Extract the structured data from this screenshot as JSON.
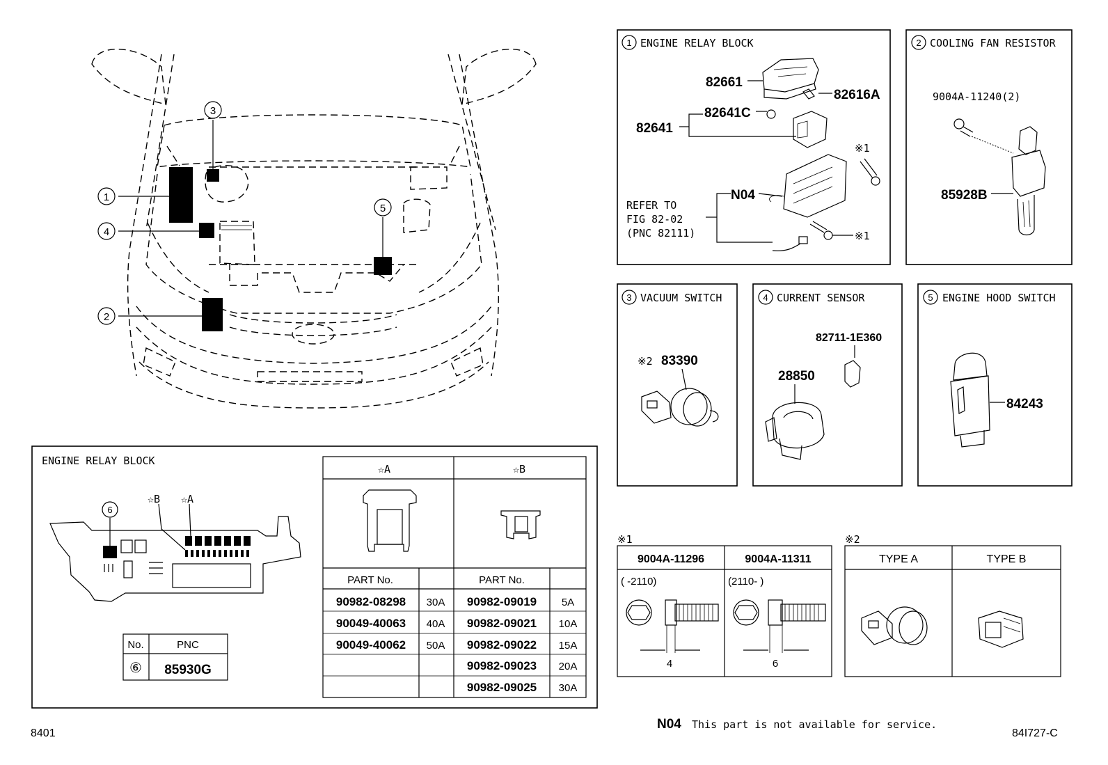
{
  "callouts": {
    "c1": "①",
    "c2": "②",
    "c3": "③",
    "c4": "④",
    "c5": "⑤",
    "c6": "⑥"
  },
  "panel1": {
    "title": "ENGINE RELAY BLOCK",
    "parts": [
      "82661",
      "82616A",
      "82641C",
      "82641",
      "N04"
    ],
    "note_mark": "※1",
    "refer": [
      "REFER TO",
      "FIG 82-02",
      "(PNC 82111)"
    ]
  },
  "panel2": {
    "title": "COOLING FAN RESISTOR",
    "parts": [
      "9004A-11240(2)",
      "85928B"
    ]
  },
  "panel3": {
    "title": "VACUUM SWITCH",
    "mark": "※2",
    "part": "83390"
  },
  "panel4": {
    "title": "CURRENT SENSOR",
    "parts": [
      "82711-1E360",
      "28850"
    ]
  },
  "panel5": {
    "title": "ENGINE HOOD SWITCH",
    "part": "84243"
  },
  "relay_block": {
    "title": "ENGINE RELAY BLOCK",
    "star_b": "☆B",
    "star_a": "☆A",
    "pnc_table": {
      "headers": [
        "No.",
        "PNC"
      ],
      "row": [
        "⑥",
        "85930G"
      ]
    }
  },
  "fuse_table": {
    "head_a": "☆A",
    "head_b": "☆B",
    "part_label": "PART No.",
    "rows": [
      [
        "90982-08298",
        "30A",
        "90982-09019",
        "5A"
      ],
      [
        "90049-40063",
        "40A",
        "90982-09021",
        "10A"
      ],
      [
        "90049-40062",
        "50A",
        "90982-09022",
        "15A"
      ],
      [
        "",
        "",
        "90982-09023",
        "20A"
      ],
      [
        "",
        "",
        "90982-09025",
        "30A"
      ]
    ]
  },
  "note1": {
    "mark": "※1",
    "cols": [
      "9004A-11296",
      "9004A-11311"
    ],
    "ranges": [
      "(      -2110)",
      "(2110-      )"
    ],
    "dims": [
      "4",
      "6"
    ]
  },
  "note2": {
    "mark": "※2",
    "cols": [
      "TYPE A",
      "TYPE B"
    ]
  },
  "footer": {
    "left": "8401",
    "n04": "N04",
    "note": "This part is not available for service.",
    "code": "84I727-C"
  }
}
